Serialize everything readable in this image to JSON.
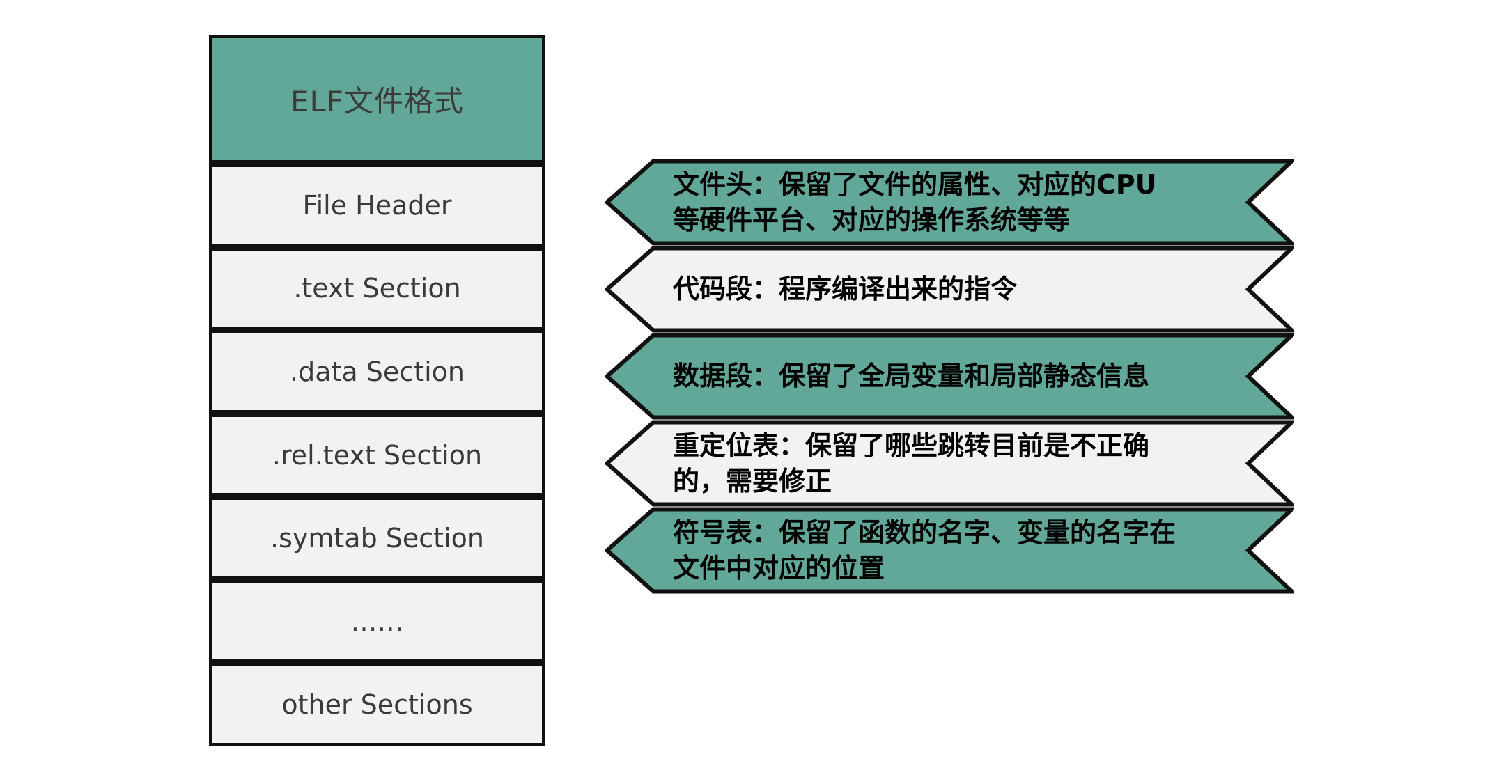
{
  "diagram": {
    "stack": {
      "header": {
        "label": "ELF文件格式",
        "variant": "teal"
      },
      "rows": [
        {
          "label": "File Header"
        },
        {
          "label": ".text Section"
        },
        {
          "label": ".data Section"
        },
        {
          "label": ".rel.text Section"
        },
        {
          "label": ".symtab Section"
        },
        {
          "label": "……"
        },
        {
          "label": "other Sections"
        }
      ]
    },
    "banners": [
      {
        "variant": "teal",
        "lines": [
          "文件头：保留了文件的属性、对应的CPU",
          "等硬件平台、对应的操作系统等等"
        ]
      },
      {
        "variant": "light",
        "lines": [
          "代码段：程序编译出来的指令"
        ]
      },
      {
        "variant": "teal",
        "lines": [
          "数据段：保留了全局变量和局部静态信息"
        ]
      },
      {
        "variant": "light",
        "lines": [
          "重定位表：保留了哪些跳转目前是不正确",
          "的，需要修正"
        ]
      },
      {
        "variant": "teal",
        "lines": [
          "符号表：保留了函数的名字、变量的名字在",
          "文件中对应的位置"
        ]
      }
    ],
    "colors": {
      "teal": "#61A898",
      "light": "#F2F2F2",
      "border": "#111111",
      "background": "#FFFFFF",
      "label_text": "#3A3A3A",
      "banner_text": "#000000"
    }
  }
}
